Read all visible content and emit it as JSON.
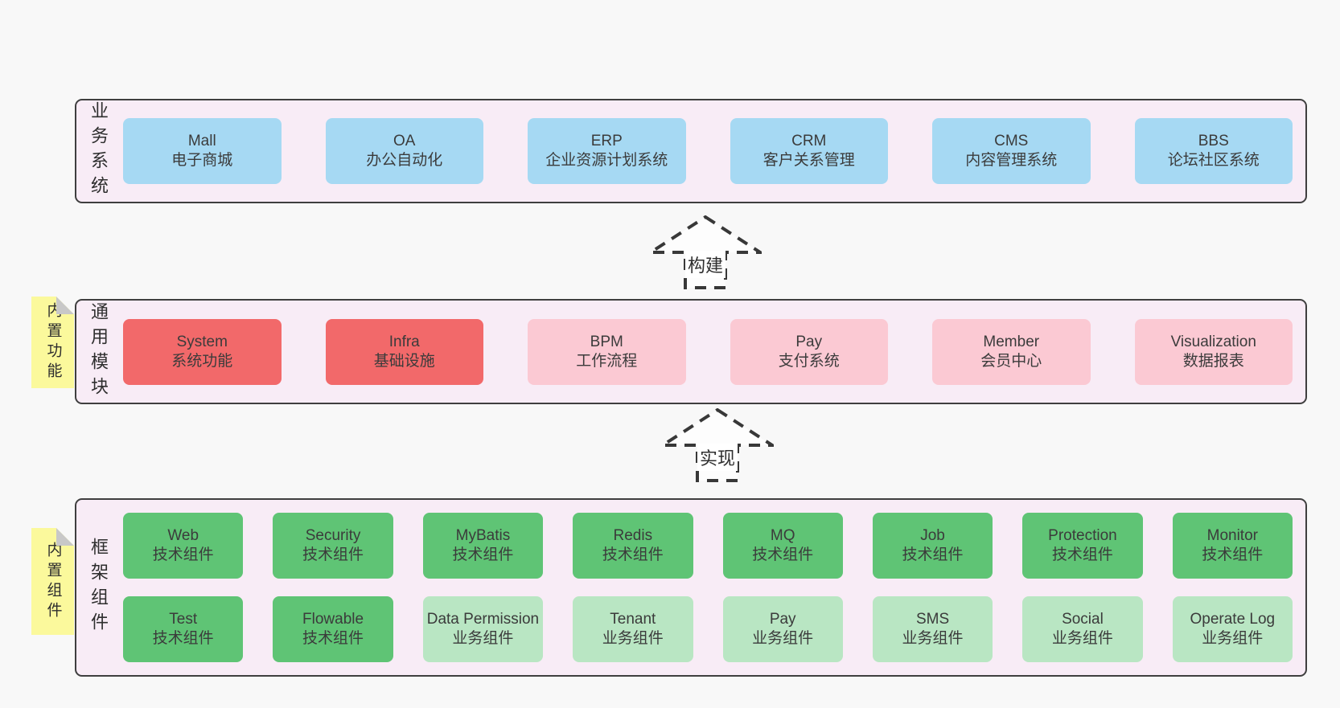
{
  "colors": {
    "page_bg": "#f8f8f8",
    "layer_bg": "#f8ecf6",
    "layer_border": "#3f3f3f",
    "text": "#3b3b3b",
    "arrow_stroke": "#383838",
    "arrow_fill": "#fdfdfd",
    "sticky_bg": "#fbf99c",
    "sticky_fold": "#c8c8c8",
    "blue": "#a6d9f3",
    "red": "#f2696a",
    "pink": "#fbc9d3",
    "green": "#5fc475",
    "lgreen": "#b9e6c3"
  },
  "layers": [
    {
      "label": "业务系统",
      "boxes": [
        {
          "title": "Mall",
          "subtitle": "电子商城",
          "variant": "blue"
        },
        {
          "title": "OA",
          "subtitle": "办公自动化",
          "variant": "blue"
        },
        {
          "title": "ERP",
          "subtitle": "企业资源计划系统",
          "variant": "blue"
        },
        {
          "title": "CRM",
          "subtitle": "客户关系管理",
          "variant": "blue"
        },
        {
          "title": "CMS",
          "subtitle": "内容管理系统",
          "variant": "blue"
        },
        {
          "title": "BBS",
          "subtitle": "论坛社区系统",
          "variant": "blue"
        }
      ]
    },
    {
      "label": "通用模块",
      "sticky": "内置功能",
      "boxes": [
        {
          "title": "System",
          "subtitle": "系统功能",
          "variant": "red"
        },
        {
          "title": "Infra",
          "subtitle": "基础设施",
          "variant": "red"
        },
        {
          "title": "BPM",
          "subtitle": "工作流程",
          "variant": "pink"
        },
        {
          "title": "Pay",
          "subtitle": "支付系统",
          "variant": "pink"
        },
        {
          "title": "Member",
          "subtitle": "会员中心",
          "variant": "pink"
        },
        {
          "title": "Visualization",
          "subtitle": "数据报表",
          "variant": "pink"
        }
      ]
    },
    {
      "label": "框架组件",
      "sticky": "内置组件",
      "rows": [
        [
          {
            "title": "Web",
            "subtitle": "技术组件",
            "variant": "green"
          },
          {
            "title": "Security",
            "subtitle": "技术组件",
            "variant": "green"
          },
          {
            "title": "MyBatis",
            "subtitle": "技术组件",
            "variant": "green"
          },
          {
            "title": "Redis",
            "subtitle": "技术组件",
            "variant": "green"
          },
          {
            "title": "MQ",
            "subtitle": "技术组件",
            "variant": "green"
          },
          {
            "title": "Job",
            "subtitle": "技术组件",
            "variant": "green"
          },
          {
            "title": "Protection",
            "subtitle": "技术组件",
            "variant": "green"
          },
          {
            "title": "Monitor",
            "subtitle": "技术组件",
            "variant": "green"
          }
        ],
        [
          {
            "title": "Test",
            "subtitle": "技术组件",
            "variant": "green"
          },
          {
            "title": "Flowable",
            "subtitle": "技术组件",
            "variant": "green"
          },
          {
            "title": "Data Permission",
            "subtitle": "业务组件",
            "variant": "lgreen"
          },
          {
            "title": "Tenant",
            "subtitle": "业务组件",
            "variant": "lgreen"
          },
          {
            "title": "Pay",
            "subtitle": "业务组件",
            "variant": "lgreen"
          },
          {
            "title": "SMS",
            "subtitle": "业务组件",
            "variant": "lgreen"
          },
          {
            "title": "Social",
            "subtitle": "业务组件",
            "variant": "lgreen"
          },
          {
            "title": "Operate Log",
            "subtitle": "业务组件",
            "variant": "lgreen"
          }
        ]
      ]
    }
  ],
  "arrows": [
    {
      "label": "构建"
    },
    {
      "label": "实现"
    }
  ]
}
